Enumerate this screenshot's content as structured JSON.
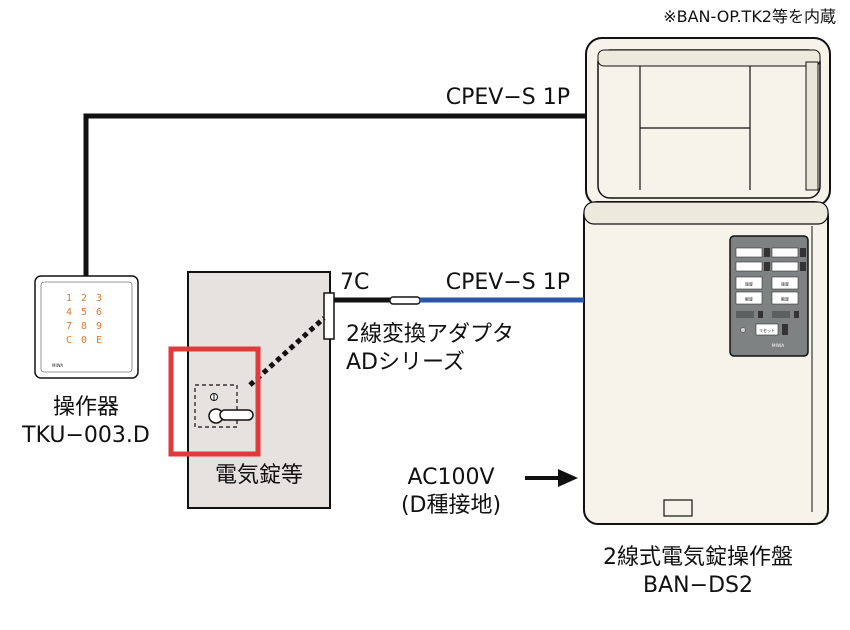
{
  "note_top": "※BAN-OP.TK2等を内蔵",
  "cables": {
    "top": "CPEV−S 1P",
    "mid": "CPEV−S 1P",
    "core": "7C"
  },
  "adapter": {
    "line1": "2線変換アダプタ",
    "line2": "ADシリーズ"
  },
  "operator": {
    "name": "操作器",
    "model": "TKU−003.D",
    "keys": [
      "1",
      "2",
      "3",
      "4",
      "5",
      "6",
      "7",
      "8",
      "9",
      "C",
      "0",
      "E"
    ],
    "brand": "MIWA"
  },
  "lock": {
    "name": "電気錠等"
  },
  "power": {
    "line1": "AC100V",
    "line2": "(D種接地)"
  },
  "panel": {
    "name": "2線式電気錠操作盤",
    "model": "BAN−DS2",
    "brand": "MIWA",
    "buttons": [
      "施錠",
      "解錠",
      "施錠",
      "解錠"
    ],
    "reset": "リセット"
  },
  "colors": {
    "highlight": "#e03a3a",
    "blue_cable": "#2b55a6",
    "cabinet": "#f6f4ea",
    "lock_box": "#e5e2e0"
  }
}
